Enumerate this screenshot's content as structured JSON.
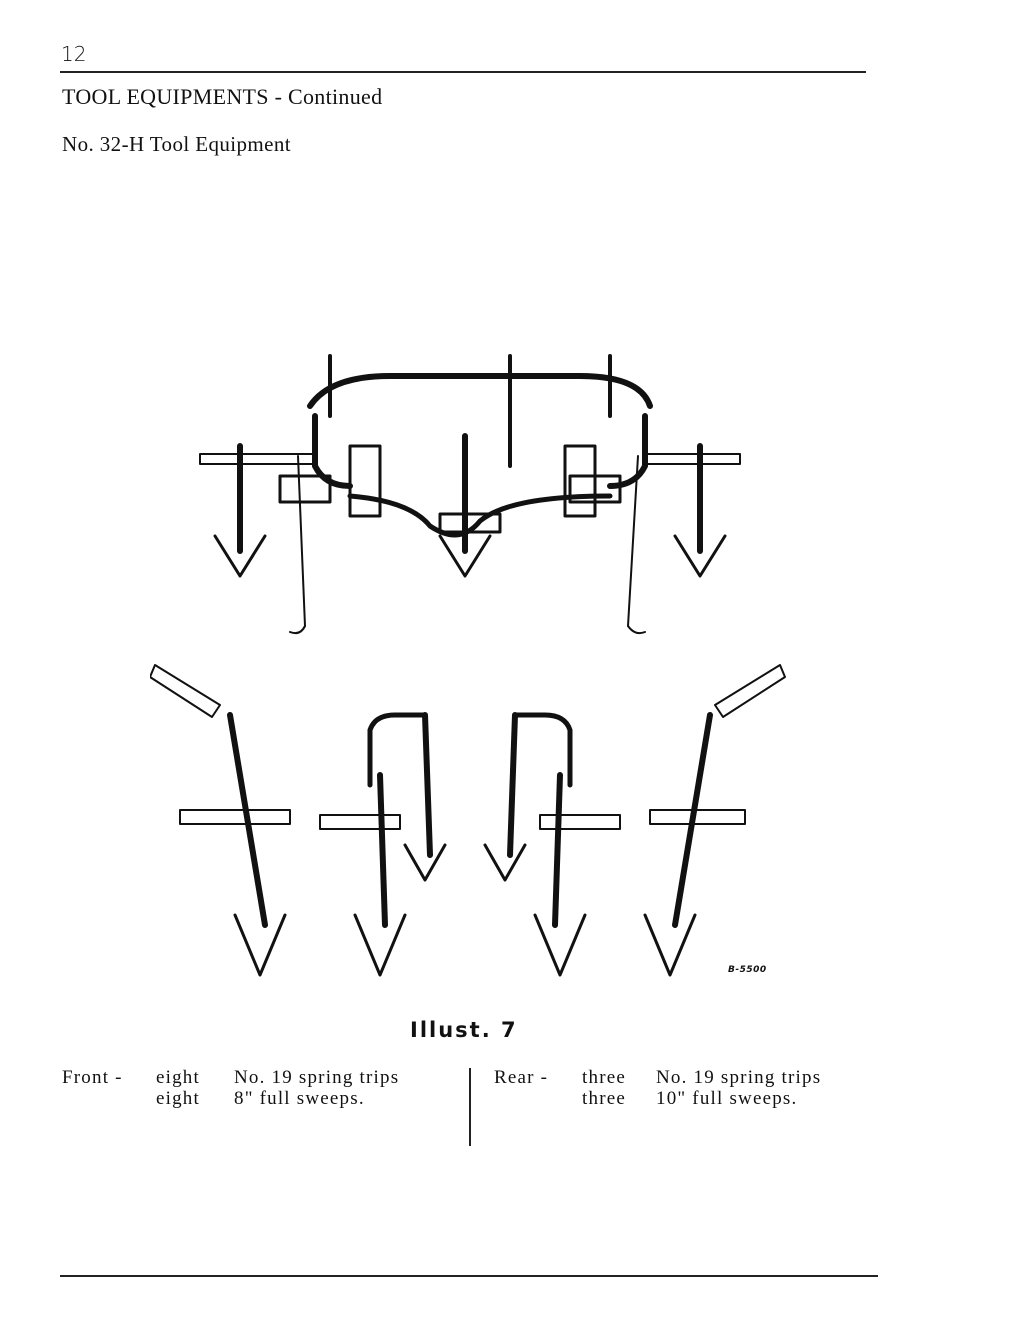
{
  "page": {
    "number": "12",
    "section_heading": "TOOL EQUIPMENTS - Continued",
    "subheading": "No. 32-H Tool Equipment"
  },
  "figure": {
    "code": "B-5500",
    "caption": "Illust. 7"
  },
  "specs": {
    "front": {
      "label": "Front -",
      "rows": [
        {
          "count": "eight",
          "description": "No. 19 spring trips"
        },
        {
          "count": "eight",
          "description": "8\" full sweeps."
        }
      ]
    },
    "rear": {
      "label": "Rear -",
      "rows": [
        {
          "count": "three",
          "description": "No. 19 spring trips"
        },
        {
          "count": "three",
          "description": "10\" full sweeps."
        }
      ]
    }
  }
}
